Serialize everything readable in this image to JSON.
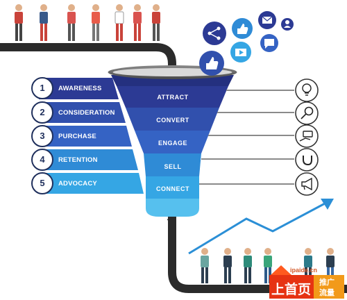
{
  "funnel_stages": [
    "ATTRACT",
    "CONVERT",
    "ENGAGE",
    "SELL",
    "CONNECT"
  ],
  "steps": [
    {
      "number": "1",
      "label": "AWARENESS"
    },
    {
      "number": "2",
      "label": "CONSIDERATION"
    },
    {
      "number": "3",
      "label": "PURCHASE"
    },
    {
      "number": "4",
      "label": "RETENTION"
    },
    {
      "number": "5",
      "label": "ADVOCACY"
    }
  ],
  "right_icons": [
    "lightbulb-icon",
    "magnifier-icon",
    "money-hand-icon",
    "magnet-icon",
    "megaphone-icon"
  ],
  "social_icons": [
    "share-icon",
    "thumbs-up-icon",
    "mail-icon",
    "user-icon",
    "chat-icon",
    "video-icon",
    "like-icon"
  ],
  "watermark": {
    "main": "上首页",
    "side_top": "推广",
    "side_bottom": "流量",
    "site": "ipaide.cn"
  },
  "colors": {
    "funnel_dark": "#2c3a94",
    "funnel_mid": "#3563c4",
    "funnel_light": "#35a6e4",
    "track": "#2b2b2b",
    "step_border": "#1f2f5c",
    "growth_arrow": "#2b8fd6"
  }
}
